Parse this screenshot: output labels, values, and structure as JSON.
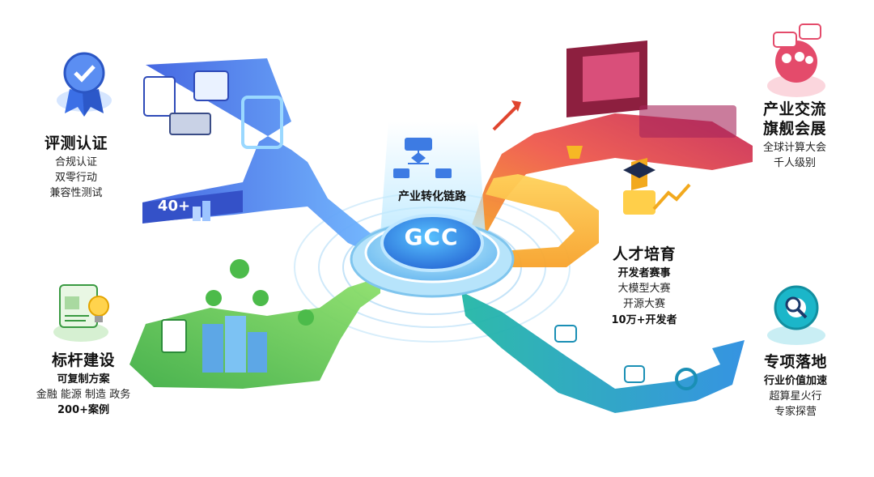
{
  "center": {
    "title": "产业转化链路",
    "logo_text": "GCC",
    "hub_color": "#5fb8f0",
    "logo_color": "#2b7de0"
  },
  "certification": {
    "title": "评测认证",
    "items": [
      "合规认证",
      "双零行动",
      "兼容性测试"
    ],
    "count_badge": "40+",
    "color": "#3b6fe6",
    "icon": "award-ribbon-icon"
  },
  "benchmark": {
    "title": "标杆建设",
    "items": [
      "可复制方案",
      "金融 能源 制造 政务",
      "200+案例"
    ],
    "color": "#4cbb4a",
    "icon": "scroll-lightbulb-icon"
  },
  "exchange": {
    "title": "产业交流",
    "subtitle": "旗舰会展",
    "items": [
      "全球计算大会",
      "千人级别"
    ],
    "color": "#e44b6b",
    "icon": "audience-chat-icon"
  },
  "talent": {
    "title": "人才培育",
    "items": [
      "开发者赛事",
      "大模型大赛",
      "开源大赛",
      "10万+开发者"
    ],
    "color": "#f5a623",
    "icon": "trophy-graduation-cap-icon"
  },
  "project": {
    "title": "专项落地",
    "items": [
      "行业价值加速",
      "超算星火行",
      "专家探营"
    ],
    "color": "#1bb6c9",
    "icon": "gear-magnifier-icon"
  }
}
